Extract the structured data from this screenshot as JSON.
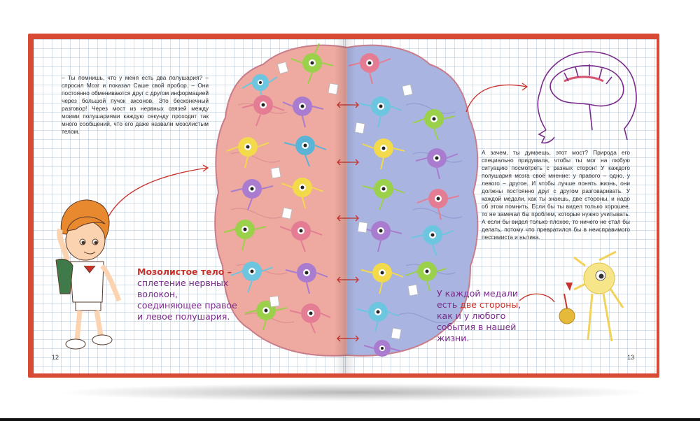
{
  "book": {
    "left_page": {
      "page_number": "12",
      "intro_text": "– Ты помнишь, что у меня есть два полушария? – спросил Мозг и показал Саше свой пробор. – Они постоянно обмениваются друг с другом информацией через большой пучок аксонов. Это бесконечный разговор! Через мост из нервных связей между моими полушариями каждую секунду проходит так много сообщений, что его даже назвали мозолистым телом.",
      "callout_term": "Мозолистое тело",
      "callout_dash": " – ",
      "callout_rest": "сплетение нервных волокон, соединяющее правое и левое полушария."
    },
    "right_page": {
      "page_number": "13",
      "bridge_text": "А зачем, ты думаешь, этот мост? Природа его специально придумала, чтобы ты мог на любую ситуацию посмотреть с разных сторон! У каждого полушария мозга своё мнение: у правого – одно, у левого – другое. И чтобы лучше понять жизнь, они должны постоянно друг с другом разговаривать. У каждой медали, как ты знаешь, две стороны, и надо об этом помнить. Если бы ты видел только хорошее, то не замечал бы проблем, которые нужно учитывать. А если бы видел только плохое, то ничего не стал бы делать, потому что превратился бы в неисправимого пессимиста и нытика.",
      "quote_part1": "У каждой медали есть ",
      "quote_highlight": "две стороны",
      "quote_part2": ", как и у любого события в нашей жизни."
    }
  },
  "colors": {
    "cover": "#d94a35",
    "left_hemisphere": "#eea9a0",
    "right_hemisphere": "#aab4e0",
    "accent_red": "#c8322a",
    "handwriting_purple": "#7a2a8a"
  },
  "illustrations": [
    "brain-hemispheres-with-neuron-characters",
    "head-profile-brain-sketch",
    "boy-character",
    "neuron-character-with-medal"
  ]
}
